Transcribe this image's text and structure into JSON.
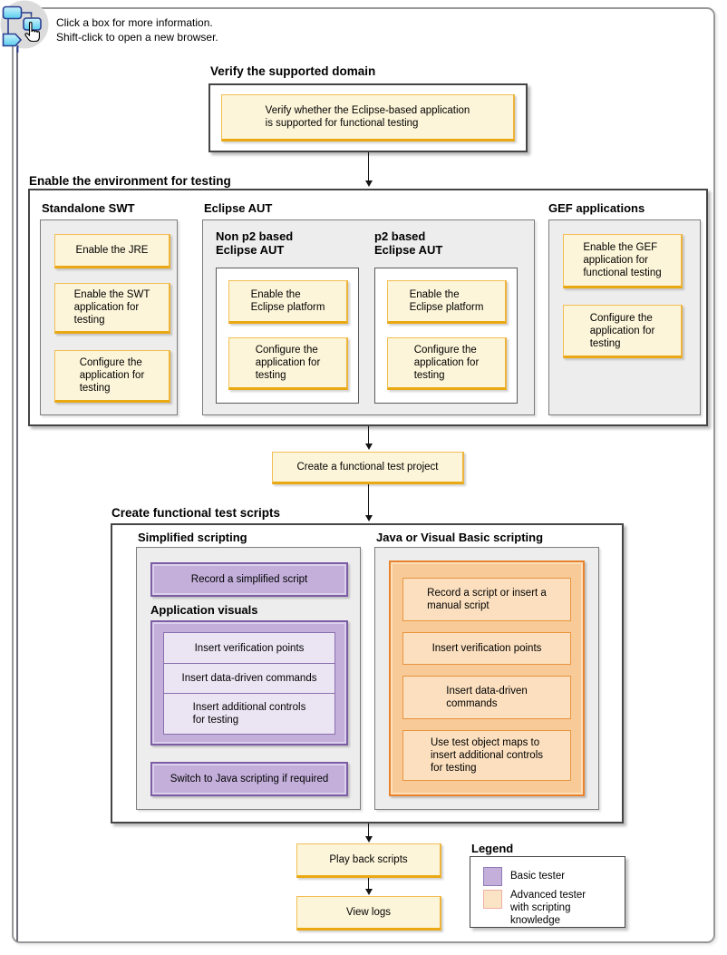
{
  "hint": {
    "text": "Click a box for more information.\nShift-click to open a new browser."
  },
  "verify": {
    "heading": "Verify the supported domain",
    "box": "Verify whether the Eclipse-based application\nis supported for functional testing"
  },
  "env": {
    "heading": "Enable the environment for testing",
    "swt": {
      "heading": "Standalone SWT",
      "b1": "Enable the JRE",
      "b2": "Enable the SWT\napplication for\ntesting",
      "b3": "Configure the\napplication for\ntesting"
    },
    "eclipse": {
      "heading": "Eclipse AUT",
      "nonp2": {
        "heading": "Non p2 based\nEclipse AUT",
        "b1": "Enable the\nEclipse platform",
        "b2": "Configure the\napplication for\ntesting"
      },
      "p2": {
        "heading": "p2 based\nEclipse AUT",
        "b1": "Enable the\nEclipse platform",
        "b2": "Configure the\napplication for\ntesting"
      }
    },
    "gef": {
      "heading": "GEF applications",
      "b1": "Enable the GEF\napplication for\nfunctional testing",
      "b2": "Configure the\napplication for\ntesting"
    }
  },
  "project": {
    "box": "Create a functional test project"
  },
  "scripts": {
    "heading": "Create functional test scripts",
    "simplified": {
      "heading": "Simplified scripting",
      "record": "Record a simplified script",
      "visuals_heading": "Application visuals",
      "v1": "Insert verification points",
      "v2": "Insert data-driven commands",
      "v3": "Insert additional controls\nfor testing",
      "switch": "Switch to Java scripting if required"
    },
    "javavb": {
      "heading": "Java or Visual Basic scripting",
      "b1": "Record a script or insert a\nmanual script",
      "b2": "Insert verification points",
      "b3": "Insert data-driven\ncommands",
      "b4": "Use test object maps to\ninsert additional controls\nfor testing"
    }
  },
  "playback": {
    "box": "Play back scripts"
  },
  "logs": {
    "box": "View logs"
  },
  "legend": {
    "heading": "Legend",
    "item1": "Basic tester",
    "item2": "Advanced tester\nwith scripting\nknowledge"
  },
  "palette": {
    "basic_fill": "#C3AFDA",
    "advanced_fill": "#FBE4C5",
    "task_fill": "#FDF5D9",
    "task_border": "#EAA913",
    "orange_fill": "#F8CA97",
    "orange_border": "#E9822B",
    "purple_border": "#7B5CA5"
  }
}
